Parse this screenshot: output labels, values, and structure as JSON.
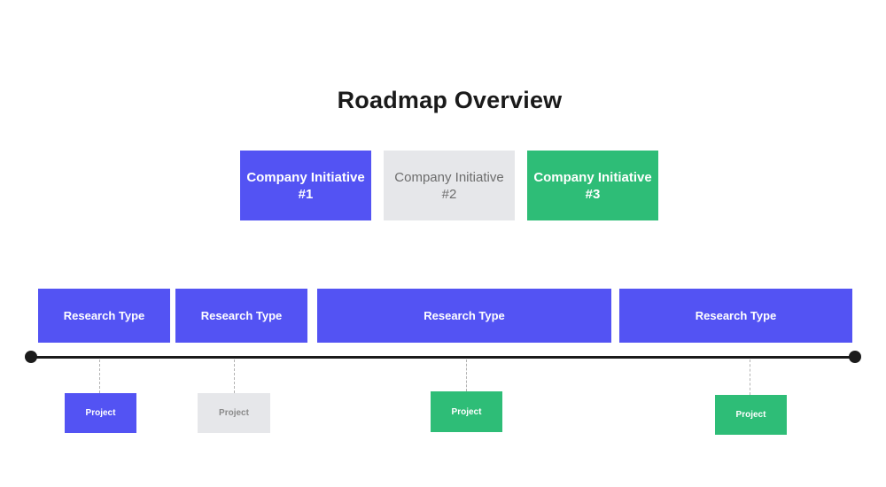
{
  "title": "Roadmap Overview",
  "initiatives": [
    {
      "label": "Company Initiative #1",
      "color": "#5353f3"
    },
    {
      "label": "Company Initiative #2",
      "color": "#e6e7ea"
    },
    {
      "label": "Company Initiative #3",
      "color": "#2ebd77"
    }
  ],
  "research_types": [
    {
      "label": "Research Type"
    },
    {
      "label": "Research Type"
    },
    {
      "label": "Research Type"
    },
    {
      "label": "Research Type"
    }
  ],
  "projects": [
    {
      "label": "Project",
      "color": "#5353f3"
    },
    {
      "label": "Project",
      "color": "#e6e7ea"
    },
    {
      "label": "Project",
      "color": "#2ebd77"
    },
    {
      "label": "Project",
      "color": "#2ebd77"
    }
  ]
}
